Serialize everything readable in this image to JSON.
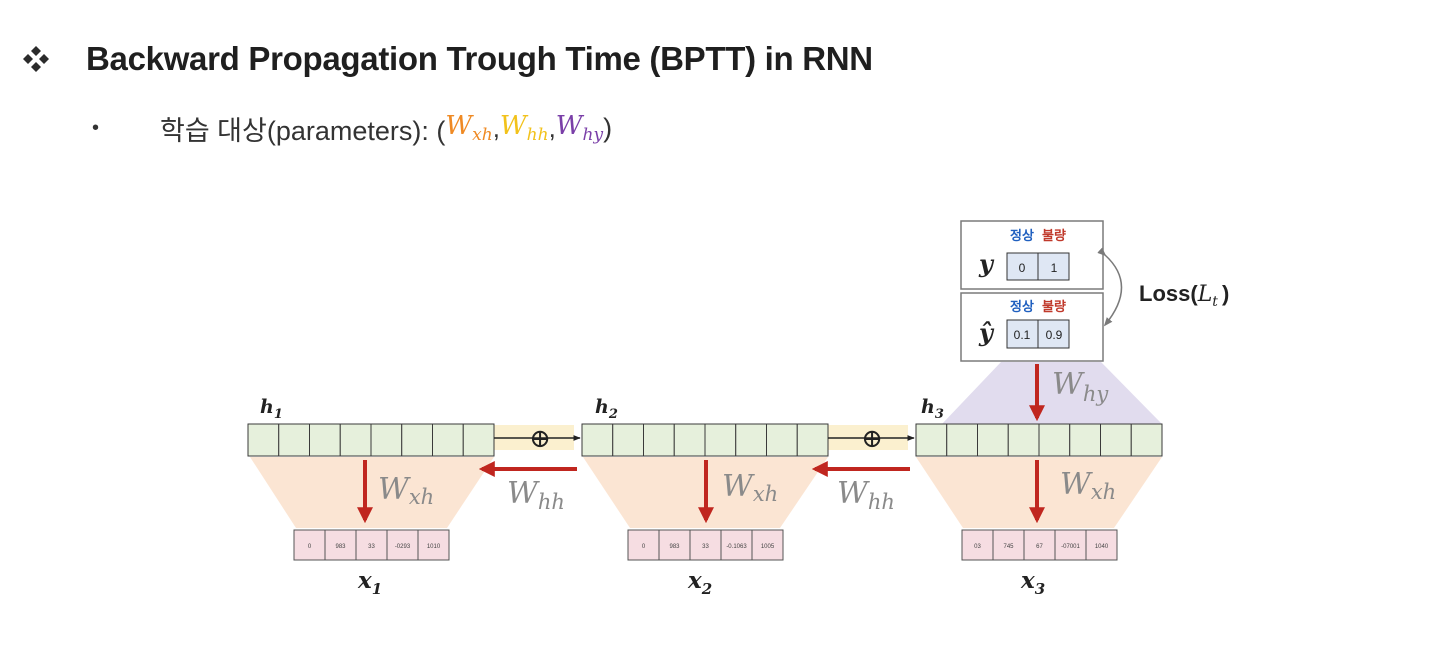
{
  "header": {
    "icon": "four-diamond-bullet-icon",
    "title": "Backward Propagation Trough Time (BPTT) in RNN"
  },
  "subtitle": {
    "bullet": "•",
    "text": "학습 대상(parameters): (",
    "params": [
      {
        "main": "W",
        "sub": "xh",
        "color": "#ef8a24"
      },
      {
        "main": "W",
        "sub": "hh",
        "color": "#f2c21b"
      },
      {
        "main": "W",
        "sub": "hy",
        "color": "#7a3fa8"
      }
    ],
    "separator": ",",
    "close": ")"
  },
  "diagram": {
    "hidden_labels": [
      {
        "main": "h",
        "sub": "1"
      },
      {
        "main": "h",
        "sub": "2"
      },
      {
        "main": "h",
        "sub": "3"
      }
    ],
    "input_labels": [
      {
        "main": "x",
        "sub": "1"
      },
      {
        "main": "x",
        "sub": "2"
      },
      {
        "main": "x",
        "sub": "3"
      }
    ],
    "input_values": [
      [
        "0",
        "983",
        "33",
        "-0293",
        "1010"
      ],
      [
        "0",
        "983",
        "33",
        "-0.1063",
        "1005"
      ],
      [
        "03",
        "745",
        "67",
        "-07001",
        "1040"
      ]
    ],
    "hidden_cells": 8,
    "weights": {
      "xh": {
        "main": "W",
        "sub": "xh"
      },
      "hh": {
        "main": "W",
        "sub": "hh"
      },
      "hy": {
        "main": "W",
        "sub": "hy"
      }
    },
    "plus_symbol": "⊕",
    "output": {
      "class_labels": [
        "정상",
        "불량"
      ],
      "class_colors": [
        "#1f5fbf",
        "#c0392b"
      ],
      "y_label": "y",
      "yhat_label": "ŷ",
      "y_values": [
        "0",
        "1"
      ],
      "yhat_values": [
        "0.1",
        "0.9"
      ]
    },
    "loss": {
      "text": "Loss(",
      "sym": "L",
      "sub": "t",
      "close": ")"
    },
    "colors": {
      "hidden_fill": "#e6f0dc",
      "input_fill": "#f6dde2",
      "trap_fill": "#fbe5d3",
      "hy_trap_fill": "#e1dcee",
      "arrow_red": "#c0261f",
      "weight_gray": "#8a8a8a",
      "concat_fill": "#fbf0cf",
      "output_cell_fill": "#dfe7f4"
    }
  }
}
